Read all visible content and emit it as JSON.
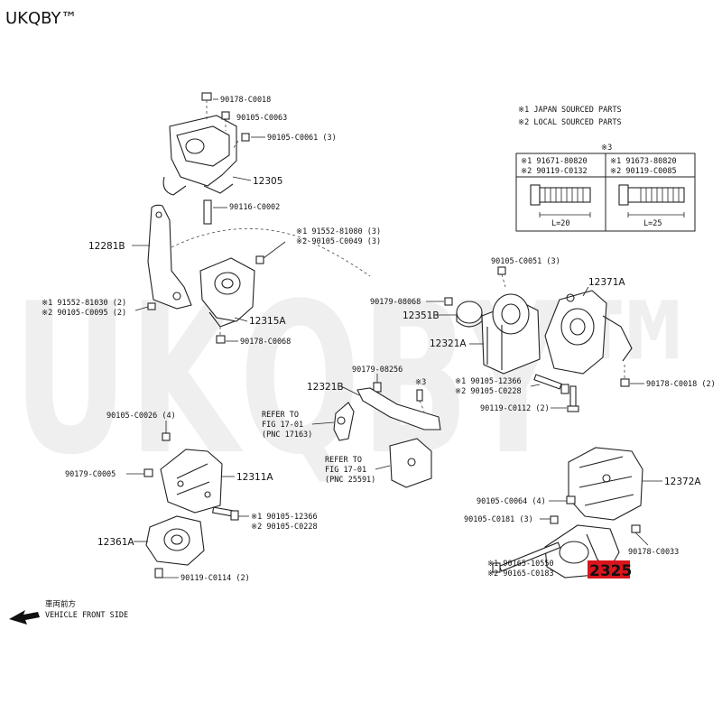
{
  "brand": "UKQBY™",
  "watermark": "UKQBY™",
  "legend": {
    "note1": "※1 JAPAN SOURCED PARTS",
    "note2": "※2 LOCAL SOURCED PARTS",
    "note3": "※3",
    "bolt_left": {
      "line1": "※1 91671-80820",
      "line2": "※2 90119-C0132",
      "length": "L=20"
    },
    "bolt_right": {
      "line1": "※1 91673-80820",
      "line2": "※2 90119-C0085",
      "length": "L=25"
    }
  },
  "labels": {
    "l90178_c0018_top": "90178-C0018",
    "l90105_c0063": "90105-C0063",
    "l90105_c0061": "90105-C0061 (3)",
    "l12305": "12305",
    "l90116_c0002": "90116-C0002",
    "l12281b": "12281B",
    "l91552_81080": "※1 91552-81080 (3)",
    "l290105_c0049": "※2 90105-C0049 (3)",
    "l91552_81030": "※1 91552-81030 (2)",
    "l290105_c0095": "※2 90105-C0095 (2)",
    "l12315a": "12315A",
    "l90178_c0068": "90178-C0068",
    "l90105_c0051": "90105-C0051 (3)",
    "l12371a": "12371A",
    "l90179_08068": "90179-08068",
    "l12351b": "12351B",
    "l12321a": "12321A",
    "l90179_08256": "90179-08256",
    "l12321b": "12321B",
    "l_star3": "※3",
    "l190105_12366_r": "※1 90105-12366",
    "l290105_c0228_r": "※2 90105-C0228",
    "l90178_c0018_r": "90178-C0018 (2)",
    "l90119_c0112": "90119-C0112 (2)",
    "l90105_c0026": "90105-C0026 (4)",
    "refer1_a": "REFER TO",
    "refer1_b": "FIG 17-01",
    "refer1_c": "(PNC 17163)",
    "refer2_a": "REFER TO",
    "refer2_b": "FIG 17-01",
    "refer2_c": "(PNC 25591)",
    "l90179_c0005": "90179-C0005",
    "l12311a": "12311A",
    "l190105_12366_l": "※1 90105-12366",
    "l290105_c0228_l": "※2 90105-C0228",
    "l12361a": "12361A",
    "l90119_c0114": "90119-C0114 (2)",
    "l12372a": "12372A",
    "l90105_c0064": "90105-C0064 (4)",
    "l90105_c0181": "90105-C0181 (3)",
    "l90178_c0033": "90178-C0033",
    "l190165_10550": "※1 90165-10550",
    "l290165_c0183": "※2 90165-C0183",
    "l2325": "2325",
    "front_cn": "車両前方",
    "front_en": "VEHICLE FRONT SIDE"
  }
}
